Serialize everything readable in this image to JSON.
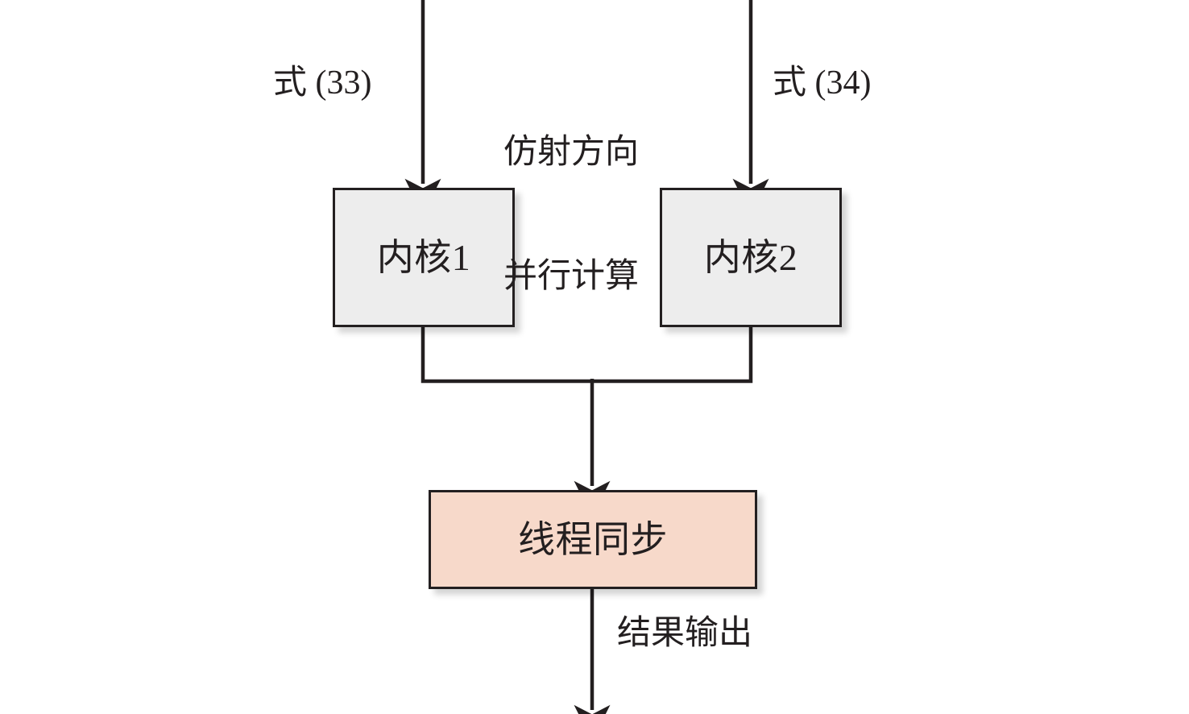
{
  "diagram": {
    "title": "",
    "colors": {
      "kernel_fill": "#EDEDED",
      "sync_fill": "#F7D9CA",
      "stroke": "#231F20",
      "background": "#FFFFFF"
    },
    "nodes": [
      {
        "id": "kernel1",
        "label": "内核1",
        "type": "process",
        "fill": "#EDEDED"
      },
      {
        "id": "kernel2",
        "label": "内核2",
        "type": "process",
        "fill": "#EDEDED"
      },
      {
        "id": "sync",
        "label": "线程同步",
        "type": "process",
        "fill": "#F7D9CA"
      }
    ],
    "edge_labels": [
      {
        "id": "eq33",
        "text": "式 (33)"
      },
      {
        "id": "parallel",
        "line1": "仿射方向",
        "line2": "并行计算"
      },
      {
        "id": "eq34",
        "text": "式 (34)"
      },
      {
        "id": "output",
        "text": "结果输出"
      }
    ],
    "edges": [
      {
        "from": "top-left-source",
        "to": "kernel1",
        "label": "式 (33)"
      },
      {
        "from": "top-right-source",
        "to": "kernel2",
        "label": "式 (34)"
      },
      {
        "from": "kernel1",
        "to": "sync",
        "label": ""
      },
      {
        "from": "kernel2",
        "to": "sync",
        "label": ""
      },
      {
        "from": "sync",
        "to": "output-sink",
        "label": "结果输出"
      }
    ]
  }
}
